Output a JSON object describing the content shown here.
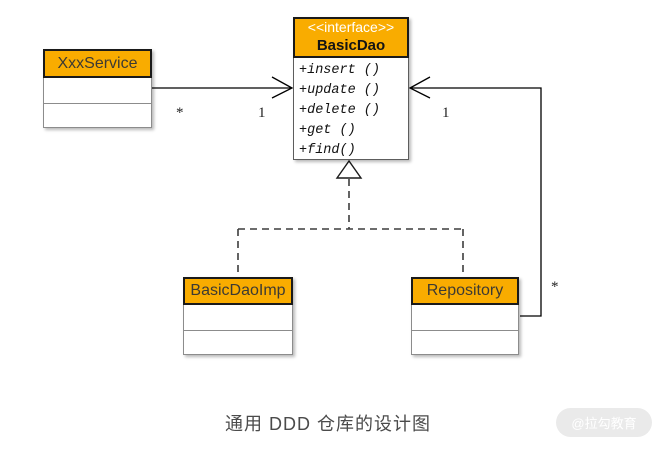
{
  "diagram": {
    "classes": {
      "xxx_service": {
        "name": "XxxService"
      },
      "basic_dao": {
        "stereotype": "<<interface>>",
        "name": "BasicDao",
        "methods": [
          "+insert ()",
          "+update ()",
          "+delete ()",
          "+get ()",
          "+find()"
        ]
      },
      "basic_dao_imp": {
        "name": "BasicDaoImp"
      },
      "repository": {
        "name": "Repository"
      }
    },
    "multiplicities": {
      "service_side": "*",
      "dao_left_side": "1",
      "dao_right_side": "1",
      "repository_side": "*"
    },
    "colors": {
      "header_fill": "#F9AC00",
      "line": "#000000",
      "dashed_line": "#3d3d3d"
    }
  },
  "caption": "通用 DDD 仓库的设计图",
  "watermark": "@拉勾教育"
}
